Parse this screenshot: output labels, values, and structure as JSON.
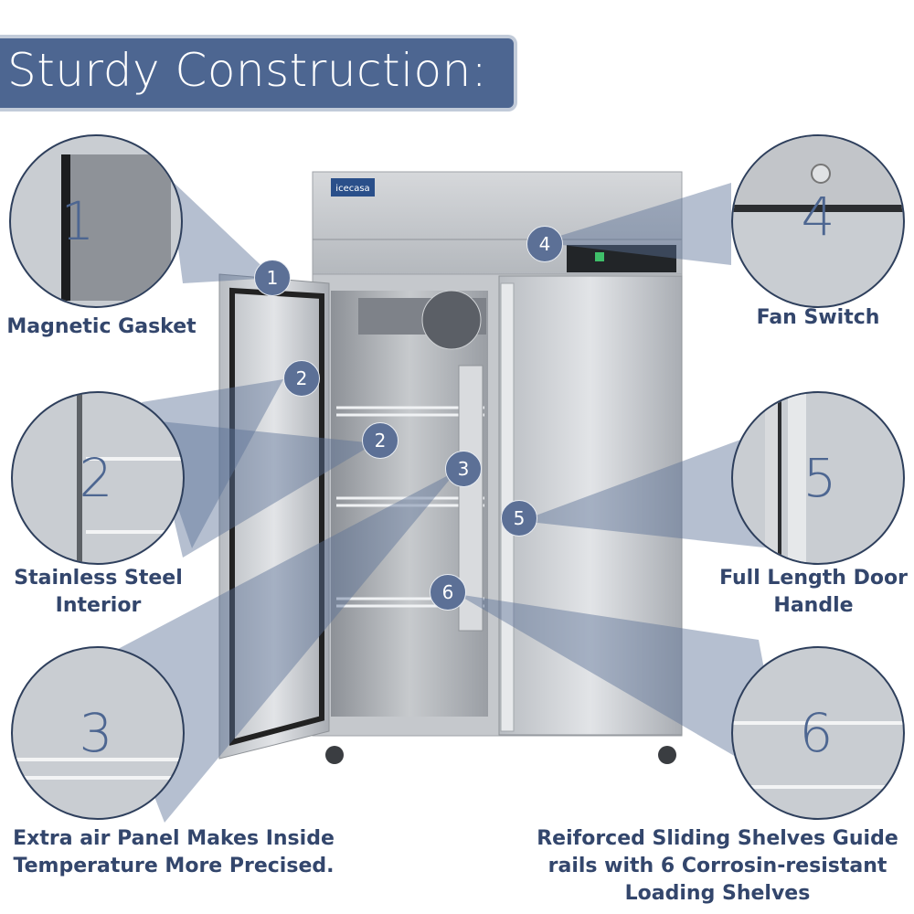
{
  "header": {
    "title": "Sturdy Construction:"
  },
  "brand": {
    "logo_text": "icecasa"
  },
  "callouts": [
    {
      "number": "1",
      "label": "Magnetic Gasket"
    },
    {
      "number": "2",
      "label_line1": "Stainless Steel",
      "label_line2": "Interior"
    },
    {
      "number": "3",
      "label_line1": "Extra air Panel Makes Inside",
      "label_line2": "Temperature More Precised."
    },
    {
      "number": "4",
      "label": "Fan Switch"
    },
    {
      "number": "5",
      "label_line1": "Full Length Door",
      "label_line2": "Handle"
    },
    {
      "number": "6",
      "label_line1": "Reiforced Sliding Shelves Guide",
      "label_line2": "rails with 6 Corrosin-resistant",
      "label_line3": "Loading Shelves"
    }
  ],
  "fridge_markers": [
    "1",
    "2",
    "2",
    "3",
    "4",
    "5",
    "6"
  ],
  "colors": {
    "accent": "#4d6691",
    "label": "#33466c",
    "marker": "#5c7096"
  }
}
